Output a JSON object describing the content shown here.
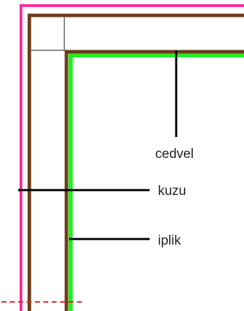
{
  "labels": {
    "cedvel": "cedvel",
    "kuzu": "kuzu",
    "iplik": "iplik"
  },
  "colors": {
    "outer_line": "#ff2aa0",
    "brown_line": "#6e3b1a",
    "inner_line": "#22ee22",
    "grid_line": "#8a8a8a",
    "pointer_line": "#000000",
    "label_text": "#222222",
    "cut_line": "#e82020"
  }
}
